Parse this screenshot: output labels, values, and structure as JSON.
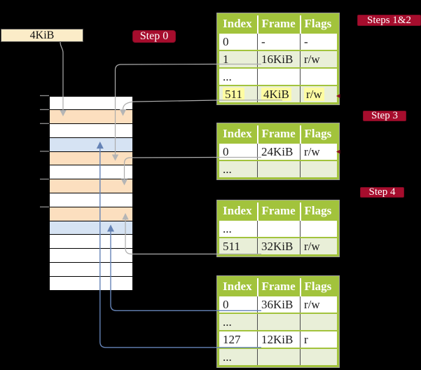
{
  "colors": {
    "background": "#000000",
    "white": "#FFFFFF",
    "peach": "#FCDFBF",
    "blue": "#D6E3F3",
    "cream_box": "#FBECC8",
    "header_green": "#A2C33C",
    "row_green": "#E9EFD8",
    "label_red": "#A60D2D",
    "highlight_yellow": "#FEFCA2",
    "gray_arrow": "#ACACAC",
    "blue_arrow": "#6583B6"
  },
  "legend_box": {
    "label": "4KiB"
  },
  "steps": {
    "step0": "Step 0",
    "steps12": "Steps 1&2",
    "step3": "Step 3",
    "step4": "Step 4"
  },
  "table_headers": [
    "Index",
    "Frame",
    "Flags"
  ],
  "tables": {
    "t1": {
      "rows": [
        {
          "index": "0",
          "frame": "-",
          "flags": "-"
        },
        {
          "index": "1",
          "frame": "16KiB",
          "flags": "r/w"
        },
        {
          "index": "...",
          "frame": "",
          "flags": ""
        },
        {
          "index": "511",
          "frame": "4KiB",
          "flags": "r/w"
        }
      ]
    },
    "t2": {
      "rows": [
        {
          "index": "0",
          "frame": "24KiB",
          "flags": "r/w"
        },
        {
          "index": "...",
          "frame": "",
          "flags": ""
        }
      ]
    },
    "t3": {
      "rows": [
        {
          "index": "...",
          "frame": "",
          "flags": ""
        },
        {
          "index": "511",
          "frame": "32KiB",
          "flags": "r/w"
        }
      ]
    },
    "t4": {
      "rows": [
        {
          "index": "0",
          "frame": "36KiB",
          "flags": "r/w"
        },
        {
          "index": "...",
          "frame": "",
          "flags": ""
        },
        {
          "index": "127",
          "frame": "12KiB",
          "flags": "r"
        },
        {
          "index": "...",
          "frame": "",
          "flags": ""
        }
      ]
    }
  },
  "memory": {
    "row_colors": [
      "white",
      "peach",
      "white",
      "blue",
      "peach",
      "white",
      "peach",
      "white",
      "peach",
      "blue",
      "white",
      "white",
      "white",
      "white"
    ]
  },
  "arrows": [
    {
      "from": "4KiB legend box",
      "to": "memory frame 4KiB",
      "color": "gray"
    },
    {
      "from": "table1 index 1 (16KiB)",
      "to": "memory frame 16KiB",
      "color": "gray"
    },
    {
      "from": "table1 index 511 (4KiB)",
      "to": "memory frame 4KiB",
      "color": "gray"
    },
    {
      "from": "table2 index 0 (24KiB)",
      "to": "memory frame 24KiB",
      "color": "gray"
    },
    {
      "from": "table3 index 511 (32KiB)",
      "to": "memory frame 32KiB",
      "color": "gray"
    },
    {
      "from": "table4 index 0 (36KiB)",
      "to": "memory frame 36KiB",
      "color": "blue"
    },
    {
      "from": "table4 index 127 (12KiB)",
      "to": "memory frame 12KiB",
      "color": "blue"
    }
  ]
}
